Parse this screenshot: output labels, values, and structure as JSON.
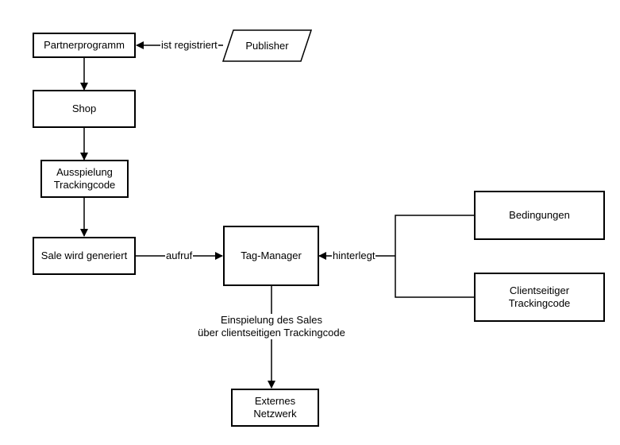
{
  "nodes": {
    "partnerprogramm": "Partnerprogramm",
    "publisher": "Publisher",
    "shop": "Shop",
    "ausspielung_line1": "Ausspielung",
    "ausspielung_line2": "Trackingcode",
    "sale": "Sale wird generiert",
    "tag_manager": "Tag-Manager",
    "bedingungen": "Bedingungen",
    "clientseitiger_line1": "Clientseitiger",
    "clientseitiger_line2": "Trackingcode",
    "externes_line1": "Externes",
    "externes_line2": "Netzwerk"
  },
  "edges": {
    "ist_registriert": "ist registriert",
    "aufruf": "aufruf",
    "hinterlegt": "hinterlegt",
    "einspielung_line1": "Einspielung des Sales",
    "einspielung_line2": "über clientseitigen Trackingcode"
  },
  "colors": {
    "stroke": "#000000",
    "fill": "#ffffff"
  }
}
